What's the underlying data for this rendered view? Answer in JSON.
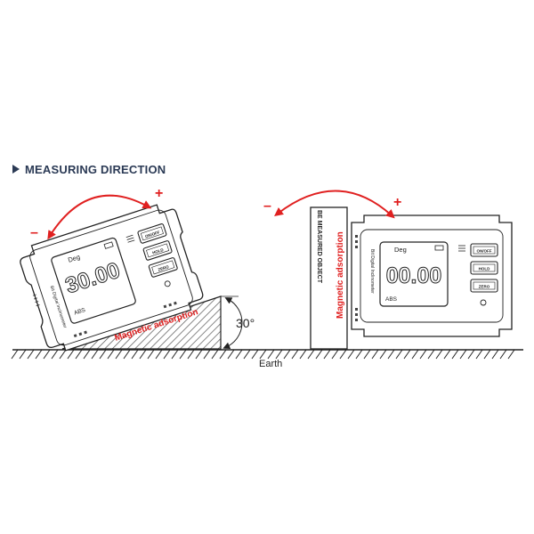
{
  "section": {
    "title": "MEASURING DIRECTION"
  },
  "left_device": {
    "unit": "Deg",
    "reading": "30.00",
    "mode": "ABS",
    "model_text": "Bit Digital Inclinometer",
    "buttons": [
      "ON/OFF",
      "HOLD",
      "ZERO"
    ],
    "label": "Magnetic adsorption"
  },
  "right_device": {
    "unit": "Deg",
    "reading": "00.00",
    "mode": "ABS",
    "model_text": "Bit Digital Inclinometer",
    "buttons": [
      "ON/OFF",
      "HOLD",
      "ZERO"
    ],
    "label": "Magnetic adsorption"
  },
  "object_label": "BE MEASURED OBJECT",
  "angle_label": "30°",
  "minus_sign": "–",
  "plus_sign": "+",
  "ground_label": "Earth",
  "colors": {
    "accent_red": "#e02020",
    "ink": "#222222",
    "heading": "#2b3a55"
  }
}
